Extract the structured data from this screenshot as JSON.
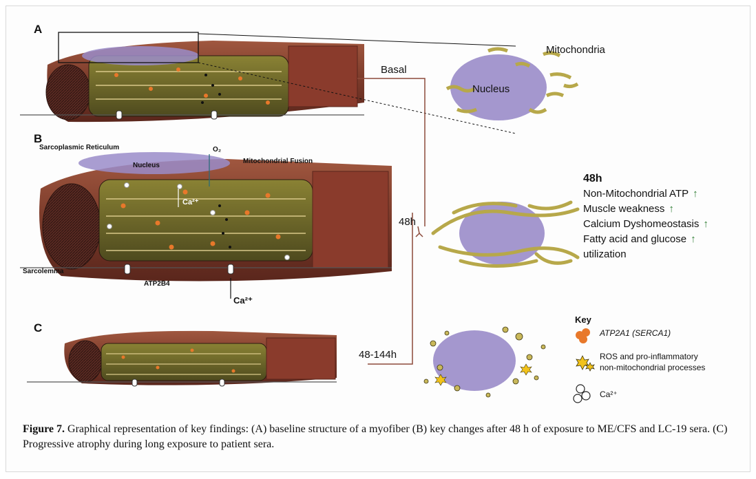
{
  "panels": {
    "a": "A",
    "b": "B",
    "c": "C"
  },
  "labels": {
    "basal": "Basal",
    "h48": "48h",
    "h48_144": "48-144h",
    "mitochondria": "Mitochondria",
    "nucleus_zoom": "Nucleus",
    "sarcoplasmic_reticulum": "Sarcoplasmic Reticulum",
    "nucleus_b": "Nucleus",
    "o2": "O₂",
    "mitochondrial_fusion": "Mitochondrial Fusion",
    "ca_inner": "Ca²⁺",
    "sarcolemma": "Sarcolemma",
    "atp2b4": "ATP2B4",
    "ca_out": "Ca²⁺"
  },
  "findings_48h": {
    "title": "48h",
    "items": [
      {
        "text": "Non-Mitochondrial ATP",
        "arrow": "↑"
      },
      {
        "text": "Muscle weakness",
        "arrow": "↑"
      },
      {
        "text": "Calcium Dyshomeostasis",
        "arrow": "↑"
      },
      {
        "text": "Fatty acid and glucose",
        "arrow": "↑"
      },
      {
        "text": "utilization",
        "arrow": ""
      }
    ]
  },
  "key": {
    "title": "Key",
    "item1": "ATP2A1 (SERCA1)",
    "item2_line1": "ROS and pro-inflammatory",
    "item2_line2": "non-mitochondrial processes",
    "item3": "Ca²⁺"
  },
  "caption": {
    "label": "Figure 7.",
    "text": " Graphical representation of key findings: (A) baseline structure of a myofiber (B) key changes after 48 h of exposure to ME/CFS and LC-19 sera. (C) Progressive atrophy during long exposure to patient sera."
  },
  "colors": {
    "fiber": "#7a3a2a",
    "fiber_light": "#a0573f",
    "sarcoplasm": "#6f6a2c",
    "mito": "#b7a84a",
    "nucleus": "#9a8cc9",
    "serca": "#e8782a",
    "connector": "#8b4a3a",
    "arrow_green": "#2e7d32"
  }
}
